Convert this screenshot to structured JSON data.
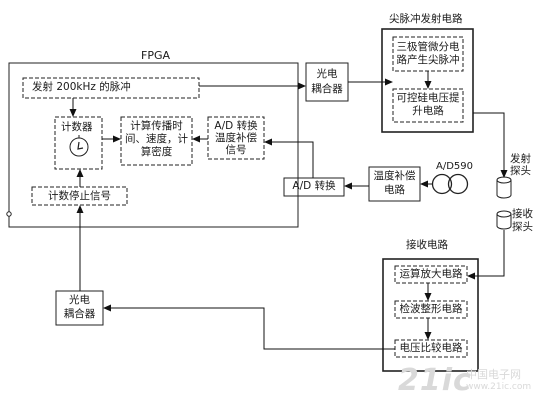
{
  "fpga": {
    "title": "FPGA"
  },
  "pulse_circuit": {
    "title": "尖脉冲发射电路"
  },
  "receive_circuit": {
    "title": "接收电路"
  },
  "blocks": {
    "emit_pulse": "发射 200kHz 的脉冲",
    "counter": "计数器",
    "compute_line1": "计算传播时",
    "compute_line2": "间、速度，计",
    "compute_line3": "算密度",
    "adc_line1": "A/D 转换",
    "adc_line2": "温度补偿",
    "adc_line3": "信号",
    "count_stop": "计数停止信号",
    "optocoupler_top_line1": "光电",
    "optocoupler_top_line2": "耦合器",
    "triode_line1": "三极管微分电",
    "triode_line2": "路产生尖脉冲",
    "boost_line1": "可控硅电压提",
    "boost_line2": "升电路",
    "ad590_label": "A/D590",
    "temp_comp_line1": "温度补偿",
    "temp_comp_line2": "电路",
    "ad_convert": "A/D 转换",
    "tx_probe_line1": "发射",
    "tx_probe_line2": "探头",
    "rx_probe_line1": "接收",
    "rx_probe_line2": "探头",
    "opamp": "运算放大电路",
    "detect_shape": "检波整形电路",
    "compare": "电压比较电路",
    "optocoupler_bot_line1": "光电",
    "optocoupler_bot_line2": "耦合器"
  },
  "watermark": {
    "brand": "21ic",
    "site_cn": "中国电子网",
    "site_url": "www.21ic.com"
  }
}
